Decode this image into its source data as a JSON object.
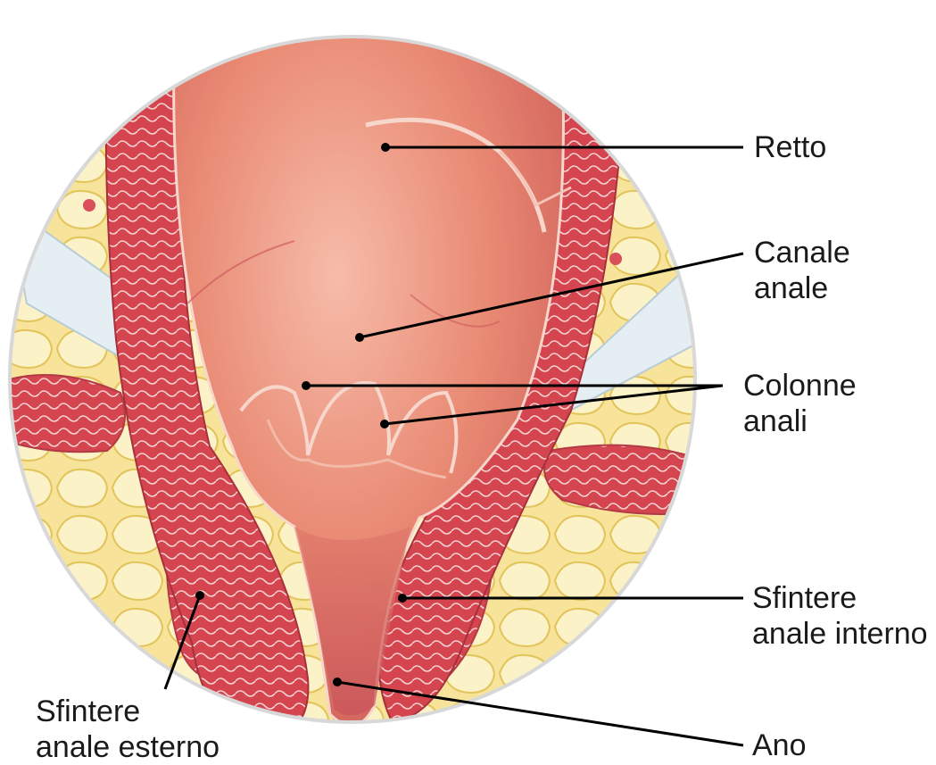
{
  "labels": {
    "retto": "Retto",
    "canale_anale": [
      "Canale",
      "anale"
    ],
    "colonne_anali": [
      "Colonne",
      "anali"
    ],
    "sfintere_anale_interno": [
      "Sfintere",
      "anale interno"
    ],
    "sfintere_anale_esterno": [
      "Sfintere",
      "anale esterno"
    ],
    "ano": "Ano"
  },
  "colors": {
    "fat": "#f6de8a",
    "muscle": "#d9505a",
    "mucosa": "#e8836f",
    "mucosa_light": "#f3b19f",
    "ligament": "#dce8ef",
    "leader_line": "#000000",
    "text": "#1a1a1a"
  }
}
